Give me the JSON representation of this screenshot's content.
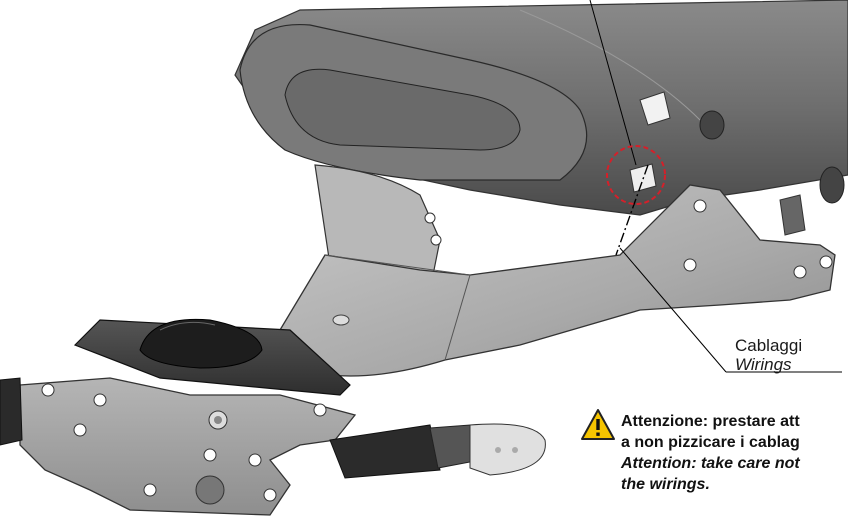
{
  "callout": {
    "label_it": "Cablaggi",
    "label_en": "Wirings"
  },
  "warning": {
    "icon": "warning-triangle-icon",
    "line1": "Attenzione: prestare att",
    "line2": "a non pizzicare i cablag",
    "line3": "Attention: take care not",
    "line4": "the wirings."
  },
  "colors": {
    "warning_fill": "#f5c400",
    "highlight_circle": "#d4202a"
  }
}
